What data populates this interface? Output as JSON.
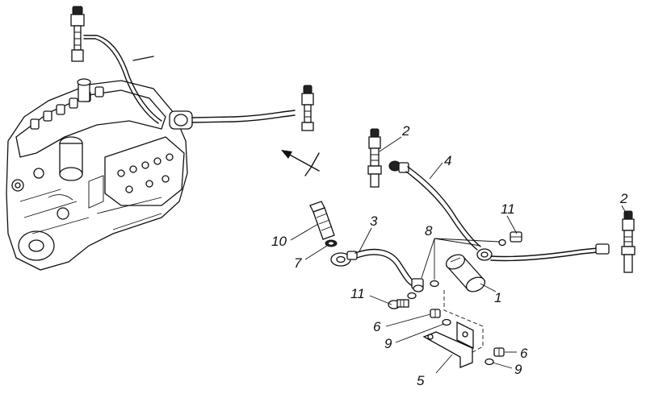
{
  "callouts": [
    "1",
    "2",
    "2",
    "3",
    "4",
    "5",
    "6",
    "6",
    "7",
    "8",
    "9",
    "9",
    "10",
    "11",
    "11"
  ]
}
